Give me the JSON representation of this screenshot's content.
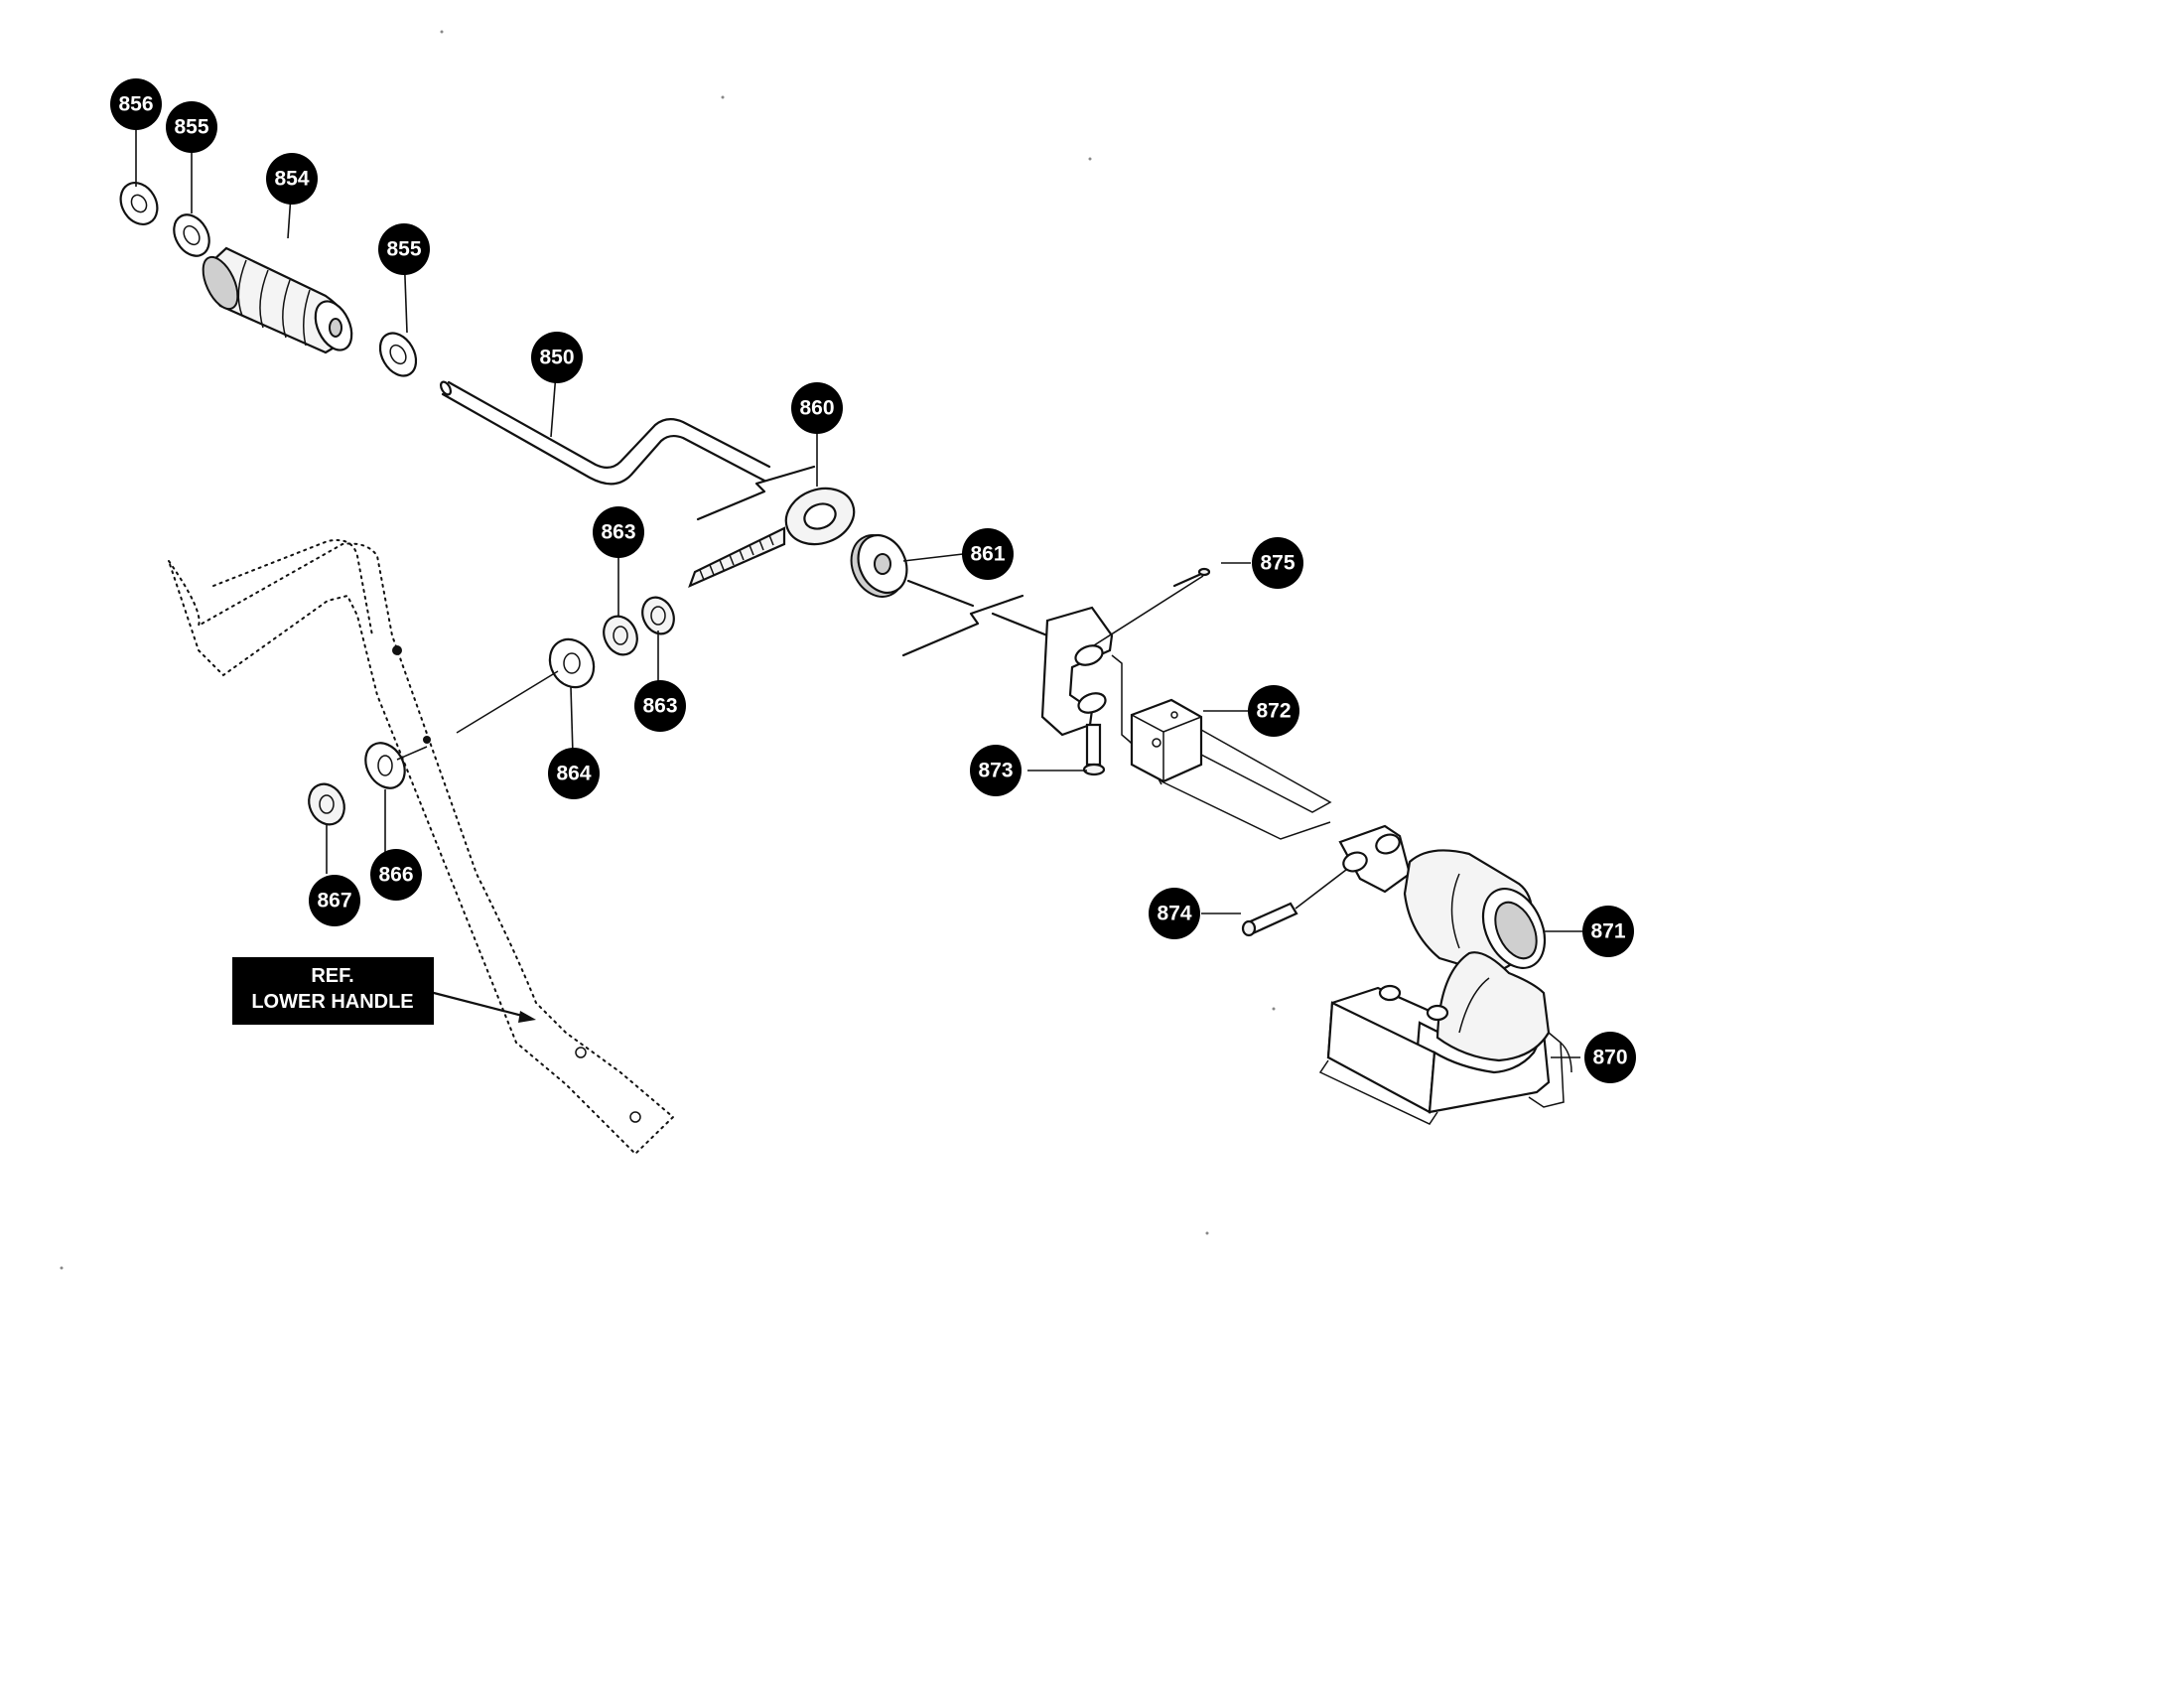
{
  "callouts": {
    "c856": "856",
    "c855a": "855",
    "c854": "854",
    "c855b": "855",
    "c850": "850",
    "c860": "860",
    "c861": "861",
    "c863a": "863",
    "c863b": "863",
    "c864": "864",
    "c866": "866",
    "c867": "867",
    "c875": "875",
    "c872": "872",
    "c873": "873",
    "c874": "874",
    "c871": "871",
    "c870": "870"
  },
  "reference_label": {
    "line1": "REF.",
    "line2": "LOWER HANDLE"
  }
}
